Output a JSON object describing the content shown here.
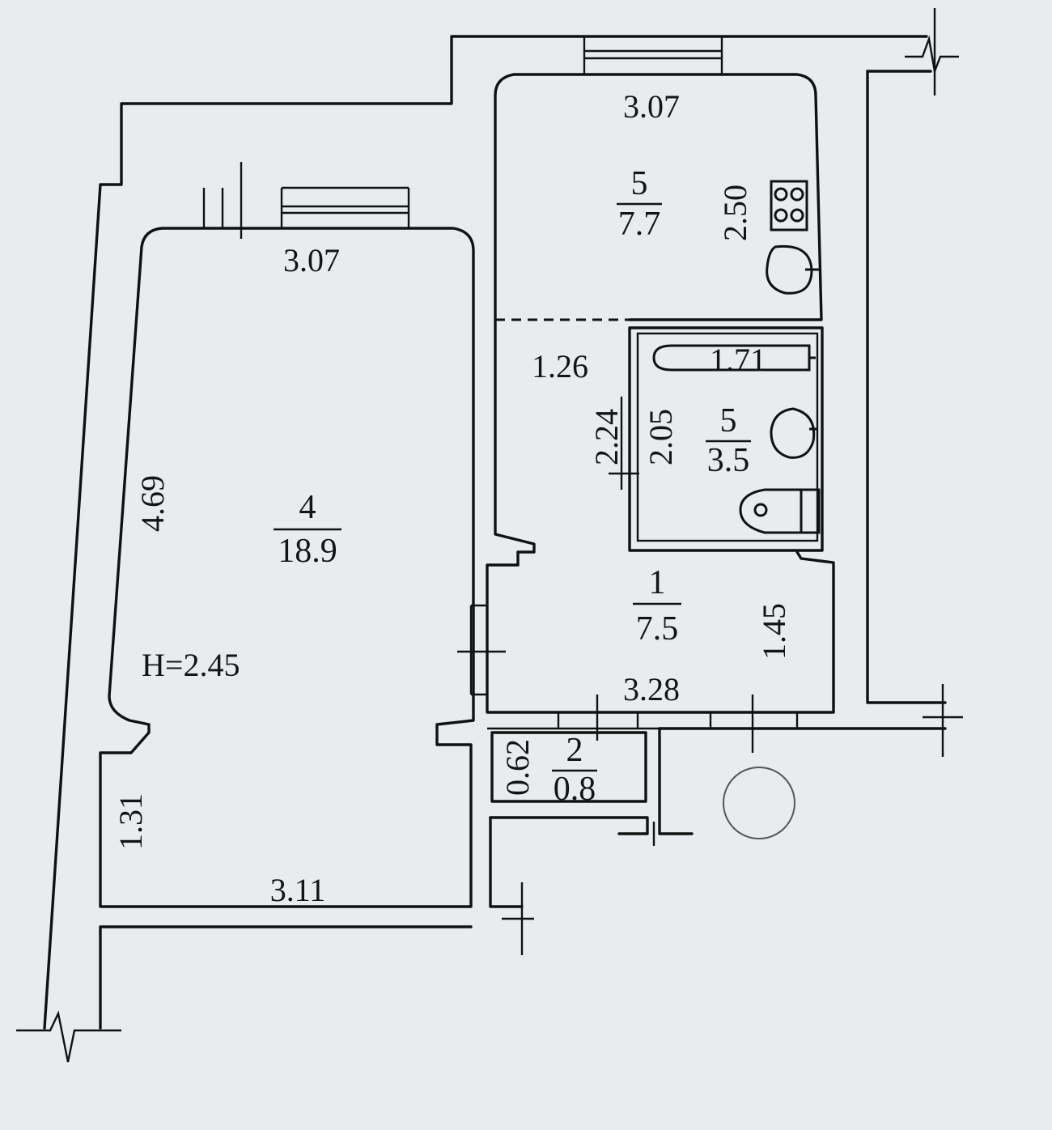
{
  "floor_plan": {
    "ceiling_height": "H=2.45",
    "rooms": [
      {
        "number": "4",
        "area": "18.9"
      },
      {
        "number": "5",
        "area": "7.7"
      },
      {
        "number": "5",
        "area": "3.5"
      },
      {
        "number": "1",
        "area": "7.5"
      },
      {
        "number": "2",
        "area": "0.8"
      }
    ],
    "dimensions": {
      "room4_top_width": "3.07",
      "room4_left_length": "4.69",
      "room4_left_lower": "1.31",
      "room4_bottom_width": "3.11",
      "kitchen_top_width": "3.07",
      "kitchen_depth": "2.50",
      "corridor_width": "1.26",
      "corridor_length": "2.24",
      "bathroom_length": "2.05",
      "bathroom_width": "1.71",
      "hall_width": "3.28",
      "hall_depth": "1.45",
      "closet_depth": "0.62"
    }
  }
}
